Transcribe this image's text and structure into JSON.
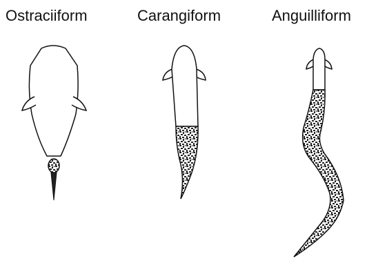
{
  "labels": {
    "ostraciiform": "Ostraciiform",
    "carangiform": "Carangiform",
    "anguilliform": "Anguilliform"
  },
  "colors": {
    "outline": "#111111",
    "background": "#ffffff"
  }
}
